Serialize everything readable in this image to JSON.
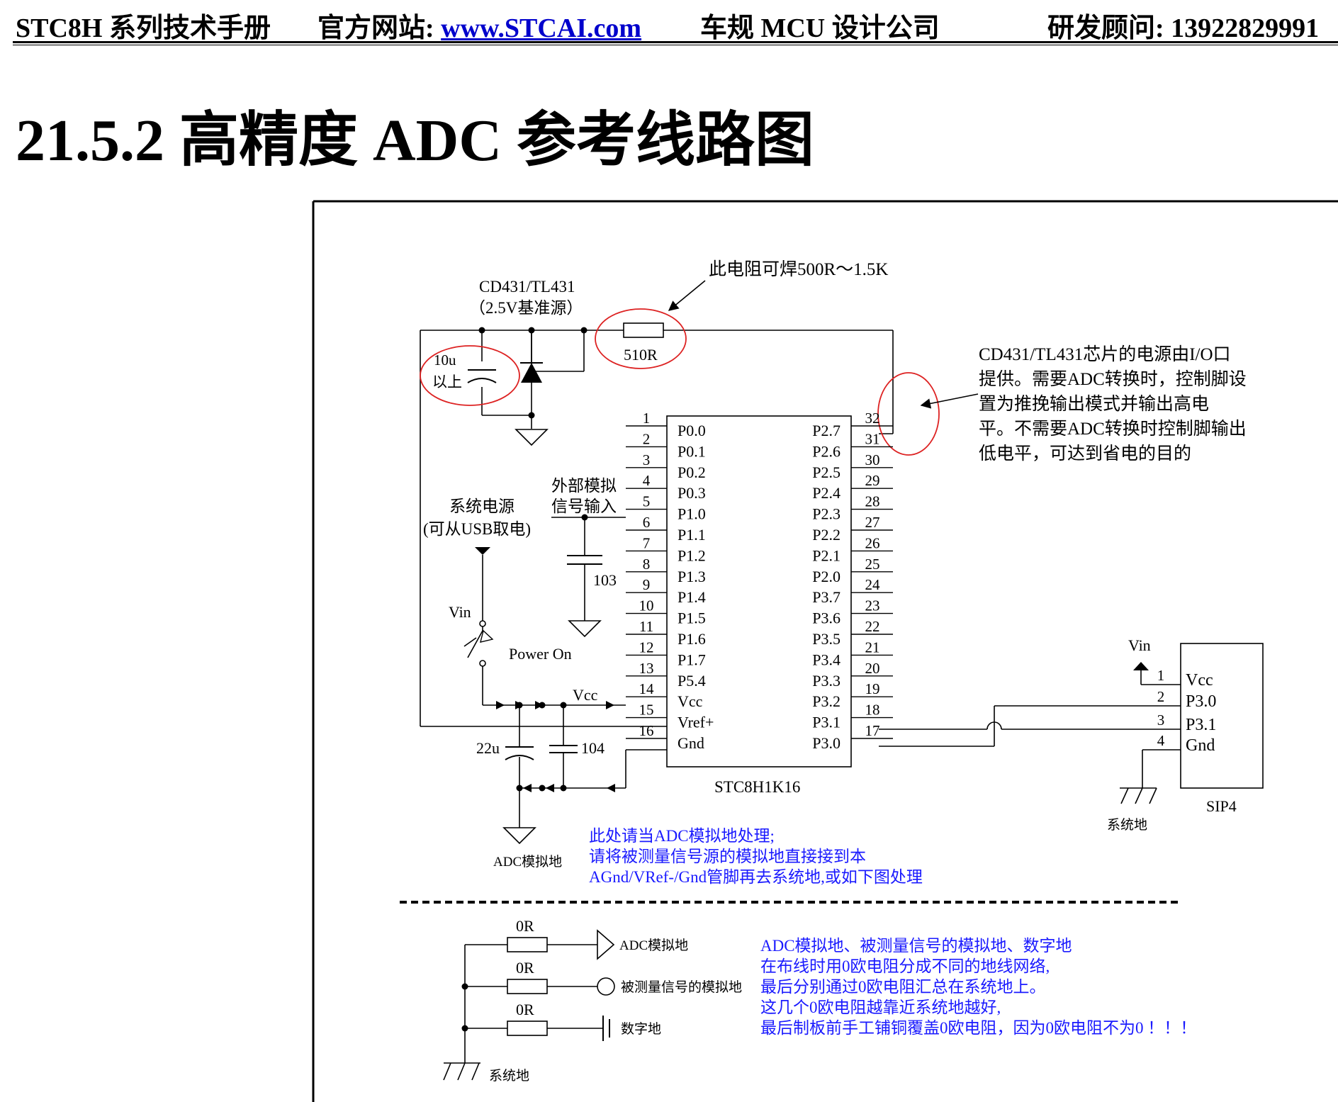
{
  "header": {
    "manual": "STC8H 系列技术手册",
    "website_label": "官方网站: ",
    "website_link": "www.STCAI.com",
    "company": "车规 MCU 设计公司",
    "contact": "研发顾问: 13922829991"
  },
  "section_title": "21.5.2 高精度 ADC 参考线路图",
  "colors": {
    "note_blue": "#1a1aff",
    "red_circle": "#dd2222",
    "link": "#0000cc"
  },
  "diagram": {
    "ref_chip": "CD431/TL431",
    "ref_desc": "（2.5V基准源）",
    "resistor_note": "此电阻可焊500R～1.5K",
    "resistor_value": "510R",
    "cap_ref_value": "10u",
    "cap_ref_value2": "以上",
    "power_note": [
      "CD431/TL431芯片的电源由I/O口",
      "提供。需要ADC转换时，控制脚设",
      "置为推挽输出模式并输出高电",
      "平。不需要ADC转换时控制脚输出",
      "低电平，可达到省电的目的"
    ],
    "ext_input": [
      "外部模拟",
      "信号输入"
    ],
    "sys_power": [
      "系统电源",
      "(可从USB取电)"
    ],
    "cap_in_value": "103",
    "vin_label": "Vin",
    "power_on": "Power On",
    "vcc_label": "Vcc",
    "cap1_value": "22u",
    "cap2_value": "104",
    "chip_name": "STC8H1K16",
    "left_pins": [
      {
        "num": "1",
        "name": "P0.0"
      },
      {
        "num": "2",
        "name": "P0.1"
      },
      {
        "num": "3",
        "name": "P0.2"
      },
      {
        "num": "4",
        "name": "P0.3"
      },
      {
        "num": "5",
        "name": "P1.0"
      },
      {
        "num": "6",
        "name": "P1.1"
      },
      {
        "num": "7",
        "name": "P1.2"
      },
      {
        "num": "8",
        "name": "P1.3"
      },
      {
        "num": "9",
        "name": "P1.4"
      },
      {
        "num": "10",
        "name": "P1.5"
      },
      {
        "num": "11",
        "name": "P1.6"
      },
      {
        "num": "12",
        "name": "P1.7"
      },
      {
        "num": "13",
        "name": "P5.4"
      },
      {
        "num": "14",
        "name": "Vcc"
      },
      {
        "num": "15",
        "name": "Vref+"
      },
      {
        "num": "16",
        "name": "Gnd"
      }
    ],
    "right_pins": [
      {
        "num": "32",
        "name": "P2.7"
      },
      {
        "num": "31",
        "name": "P2.6"
      },
      {
        "num": "30",
        "name": "P2.5"
      },
      {
        "num": "29",
        "name": "P2.4"
      },
      {
        "num": "28",
        "name": "P2.3"
      },
      {
        "num": "27",
        "name": "P2.2"
      },
      {
        "num": "26",
        "name": "P2.1"
      },
      {
        "num": "25",
        "name": "P2.0"
      },
      {
        "num": "24",
        "name": "P3.7"
      },
      {
        "num": "23",
        "name": "P3.6"
      },
      {
        "num": "22",
        "name": "P3.5"
      },
      {
        "num": "21",
        "name": "P3.4"
      },
      {
        "num": "20",
        "name": "P3.3"
      },
      {
        "num": "19",
        "name": "P3.2"
      },
      {
        "num": "18",
        "name": "P3.1"
      },
      {
        "num": "17",
        "name": "P3.0"
      }
    ],
    "sip": {
      "name": "SIP4",
      "vin": "Vin",
      "pins": [
        {
          "num": "1",
          "name": "Vcc"
        },
        {
          "num": "2",
          "name": "P3.0"
        },
        {
          "num": "3",
          "name": "P3.1"
        },
        {
          "num": "4",
          "name": "Gnd"
        }
      ]
    },
    "sys_ground": "系统地",
    "adc_ground": "ADC模拟地",
    "adc_note": [
      "此处请当ADC模拟地处理;",
      "请将被测量信号源的模拟地直接接到本",
      "AGnd/VRef-/Gnd管脚再去系统地,或如下图处理"
    ],
    "bottom": {
      "res_value": "0R",
      "adc_gnd": "ADC模拟地",
      "signal_gnd": "被测量信号的模拟地",
      "digital_gnd": "数字地",
      "sys_gnd": "系统地",
      "note": [
        "ADC模拟地、被测量信号的模拟地、数字地",
        "在布线时用0欧电阻分成不同的地线网络,",
        "最后分别通过0欧电阻汇总在系统地上。",
        "这几个0欧电阻越靠近系统地越好,",
        "最后制板前手工铺铜覆盖0欧电阻，因为0欧电阻不为0 ！！！"
      ]
    }
  }
}
